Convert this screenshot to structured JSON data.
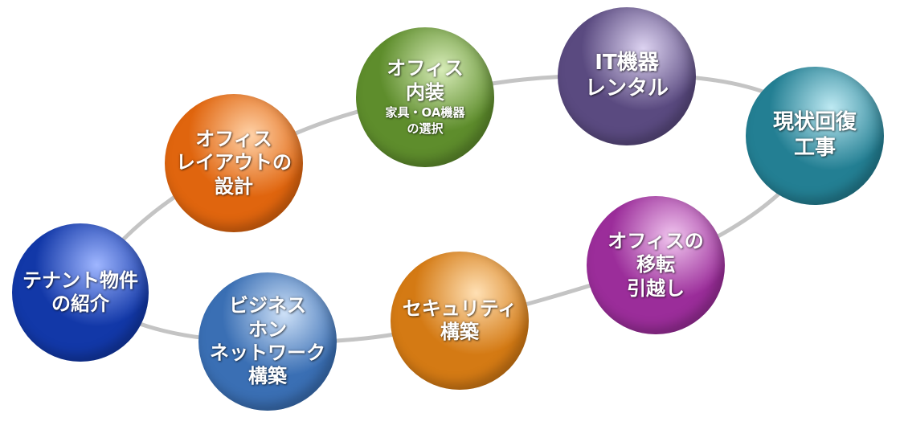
{
  "nodes": [
    {
      "id": "tenant",
      "lines": [
        "テナント物件",
        "の紹介"
      ],
      "sub": [],
      "color": "#1238a8",
      "highlight": "#9fb6ff"
    },
    {
      "id": "layout",
      "lines": [
        "オフィス",
        "レイアウトの",
        "設計"
      ],
      "sub": [],
      "color": "#e0650e",
      "highlight": "#ffd2a8"
    },
    {
      "id": "interior",
      "lines": [
        "オフィス",
        "内装"
      ],
      "sub": [
        "家具・OA機器",
        "の選択"
      ],
      "color": "#5e8d2c",
      "highlight": "#d7ecb8"
    },
    {
      "id": "it",
      "lines": [
        "IT機器",
        "レンタル"
      ],
      "sub": [],
      "color": "#5a4a80",
      "highlight": "#ddd3f1"
    },
    {
      "id": "restore",
      "lines": [
        "現状回復",
        "工事"
      ],
      "sub": [],
      "color": "#237f93",
      "highlight": "#bfeaf3"
    },
    {
      "id": "move",
      "lines": [
        "オフィスの",
        "移転",
        "引越し"
      ],
      "sub": [],
      "color": "#9b2d9a",
      "highlight": "#f1c6ef"
    },
    {
      "id": "security",
      "lines": [
        "セキュリティ",
        "構築"
      ],
      "sub": [],
      "color": "#d47a14",
      "highlight": "#ffe0b4"
    },
    {
      "id": "phone",
      "lines": [
        "ビジネス",
        "ホン",
        "ネットワーク",
        "構築"
      ],
      "sub": [],
      "color": "#3a6fb4",
      "highlight": "#cde0f7"
    }
  ],
  "ring_color": "#c4c4c4"
}
